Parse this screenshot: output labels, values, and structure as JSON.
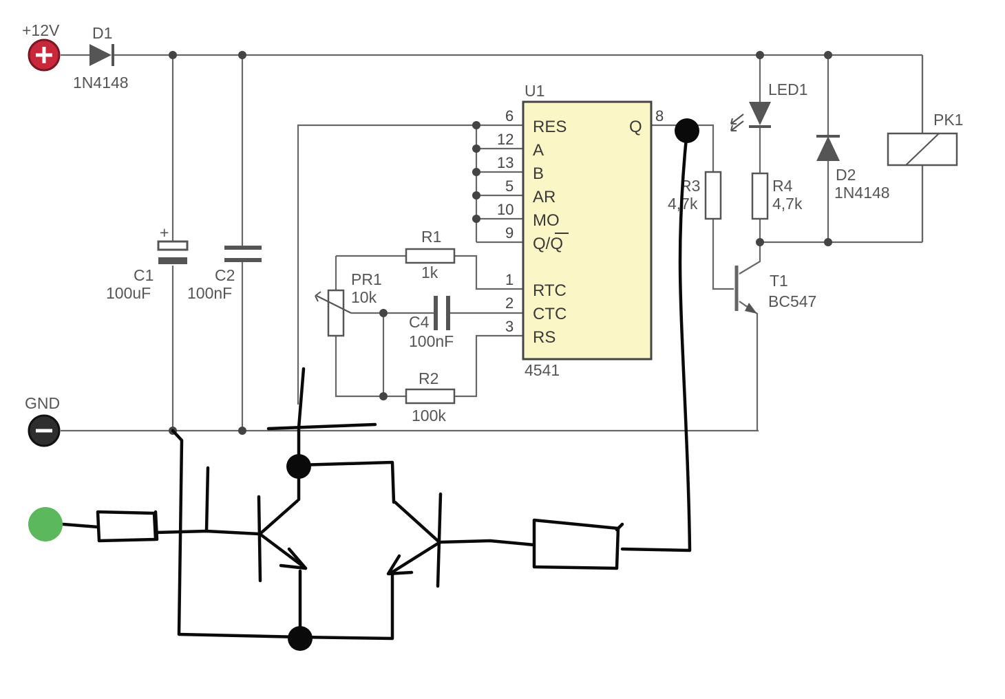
{
  "supply": {
    "positive_label": "+12V",
    "ground_label": "GND",
    "positive_color": "#c8283a",
    "ground_color": "#2e2e2e",
    "input_marker_color": "#5cb85c"
  },
  "components": {
    "d1": {
      "ref": "D1",
      "value": "1N4148"
    },
    "c1": {
      "ref": "C1",
      "value": "100uF",
      "polarity": "+"
    },
    "c2": {
      "ref": "C2",
      "value": "100nF"
    },
    "u1": {
      "ref": "U1",
      "part": "4541",
      "body_color": "#fbf6c6"
    },
    "r1": {
      "ref": "R1",
      "value": "1k"
    },
    "r2": {
      "ref": "R2",
      "value": "100k"
    },
    "pr1": {
      "ref": "PR1",
      "value": "10k"
    },
    "c4": {
      "ref": "C4",
      "value": "100nF"
    },
    "led1": {
      "ref": "LED1"
    },
    "r3": {
      "ref": "R3",
      "value": "4,7k"
    },
    "r4": {
      "ref": "R4",
      "value": "4,7k"
    },
    "d2": {
      "ref": "D2",
      "value": "1N4148"
    },
    "t1": {
      "ref": "T1",
      "value": "BC547"
    },
    "pk1": {
      "ref": "PK1"
    }
  },
  "u1_pins": [
    {
      "num": "6",
      "name": "RES"
    },
    {
      "num": "12",
      "name": "A"
    },
    {
      "num": "13",
      "name": "B"
    },
    {
      "num": "5",
      "name": "AR"
    },
    {
      "num": "10",
      "name": "MO"
    },
    {
      "num": "9",
      "name": "Q/Q"
    },
    {
      "num": "1",
      "name": "RTC"
    },
    {
      "num": "2",
      "name": "CTC"
    },
    {
      "num": "3",
      "name": "RS"
    },
    {
      "num": "8",
      "name": "Q"
    }
  ]
}
